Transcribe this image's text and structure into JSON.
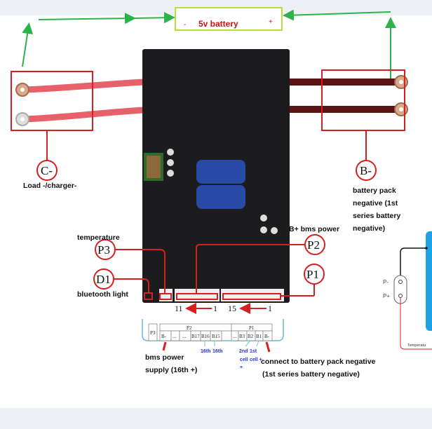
{
  "battery_box": {
    "minus": "-",
    "label": "5v battery",
    "plus": "+"
  },
  "labels": {
    "c_minus": "C-",
    "load_charger": "Load -/charger-",
    "b_minus": "B-",
    "battery_pack_lines": [
      "battery pack",
      "negative (1st",
      "series battery",
      "negative)"
    ],
    "temperature": "temperature",
    "p3": "P3",
    "d1": "D1",
    "bluetooth_light": "bluetooth light",
    "b_plus_power": "B+ bms power",
    "p2": "P2",
    "p1": "P1",
    "p2_range": {
      "from": "11",
      "to": "1"
    },
    "p1_range": {
      "from": "15",
      "to": "1"
    },
    "bms_power_lines": [
      "bms power",
      "supply (16th +)"
    ],
    "connect_lines": [
      "connect to battery pack negative",
      "(1st series battery negative)"
    ],
    "cell_16th": "16th",
    "cell_15th": "16th",
    "cell_2nd": [
      "2nd",
      "cell",
      "+"
    ],
    "cell_1st": [
      "1st",
      "cell +"
    ]
  },
  "pin_table": {
    "p3": "P3",
    "p2": {
      "title": "P2",
      "pins": [
        "B-",
        "...",
        "...",
        "B17",
        "B16",
        "B15"
      ]
    },
    "p1": {
      "title": "P1",
      "pins": [
        "...",
        "B3",
        "B2",
        "B1",
        "B-"
      ]
    }
  },
  "side_diagram": {
    "p_minus": "P-",
    "p_plus": "P+",
    "footer": "Temperatu"
  },
  "colors": {
    "arrow": "#2db34a",
    "highlight": "#d42020",
    "battery_border": "#b5e03c",
    "battery_text": "#cc1111",
    "board": "#1c1c1e",
    "side_panel": "#1aa3e8"
  }
}
